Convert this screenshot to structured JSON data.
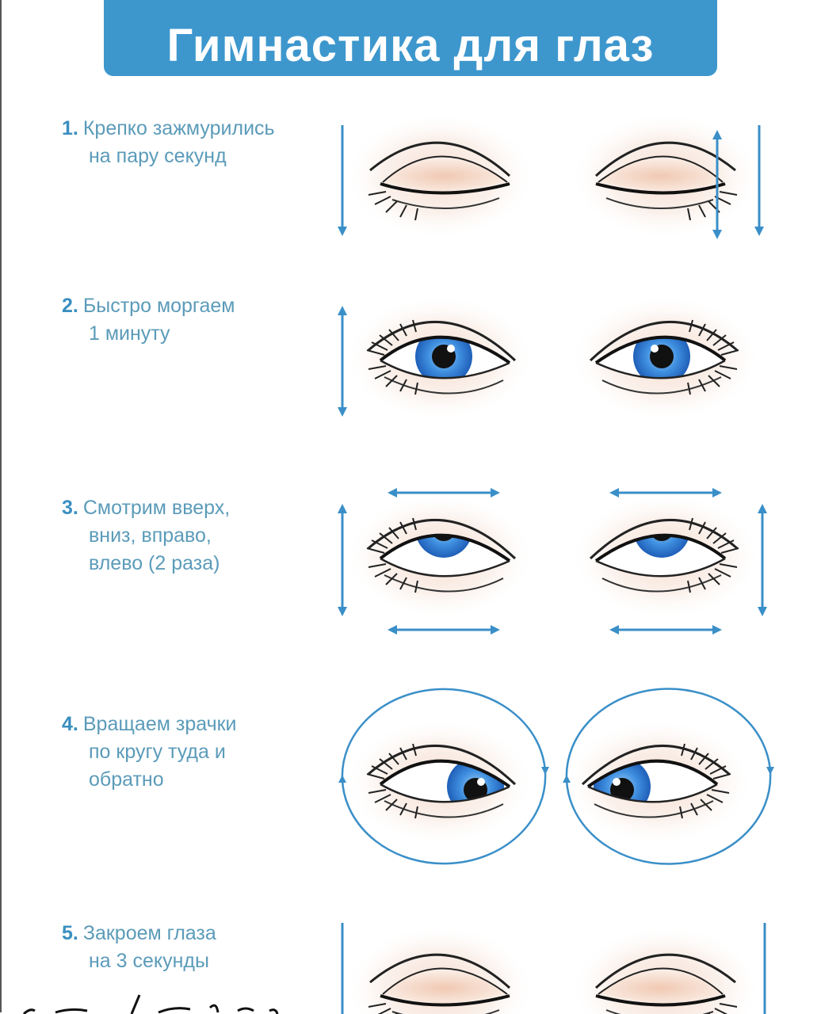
{
  "title": "Гимнастика для глаз",
  "accent_color": "#3d97cd",
  "steps": [
    {
      "number": "1.",
      "lines": [
        "Крепко зажмурились",
        "на пару секунд"
      ]
    },
    {
      "number": "2.",
      "lines": [
        "Быстро моргаем",
        "1 минуту"
      ]
    },
    {
      "number": "3.",
      "lines": [
        "Смотрим вверх,",
        "вниз, вправо,",
        "влево (2 раза)"
      ]
    },
    {
      "number": "4.",
      "lines": [
        "Вращаем зрачки",
        "по кругу туда и",
        "обратно"
      ]
    },
    {
      "number": "5.",
      "lines": [
        "Закроем глаза",
        "на 3 секунды"
      ]
    }
  ]
}
